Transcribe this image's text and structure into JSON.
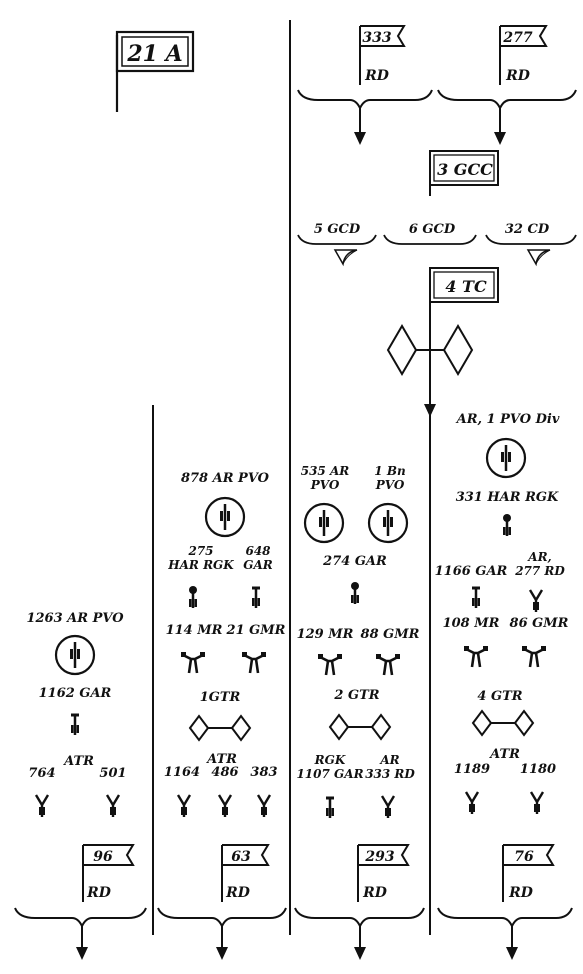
{
  "army": {
    "label": "21 A"
  },
  "top_units": [
    {
      "number": "333",
      "type": "RD"
    },
    {
      "number": "277",
      "type": "RD"
    }
  ],
  "cavalry_corps": {
    "label": "3 GCC"
  },
  "cavalry_divisions": [
    "5 GCD",
    "6 GCD",
    "32 CD"
  ],
  "tank_corps": {
    "label": "4 TC"
  },
  "groups": [
    {
      "pvo": [
        "1263 AR PVO"
      ],
      "gun_labels": [
        "1162 GAR"
      ],
      "mortar_labels": [],
      "gtr": "",
      "atr_heading": "ATR",
      "atr_units": [
        "764",
        "501"
      ],
      "division": {
        "number": "96",
        "type": "RD"
      }
    },
    {
      "pvo": [
        "878 AR PVO"
      ],
      "gun_labels": [
        "275\nHAR RGK",
        "648\nGAR"
      ],
      "mortar_labels": [
        "114 MR",
        "21 GMR"
      ],
      "gtr": "1GTR",
      "atr_heading": "ATR",
      "atr_units": [
        "1164",
        "486",
        "383"
      ],
      "division": {
        "number": "63",
        "type": "RD"
      }
    },
    {
      "pvo": [
        "535 AR\nPVO",
        "1 Bn\nPVO"
      ],
      "gun_labels": [
        "274 GAR"
      ],
      "mortar_labels": [
        "129 MR",
        "88 GMR"
      ],
      "gtr": "2 GTR",
      "atr_heading": "",
      "atr_units": [
        "RGK\n1107 GAR",
        "AR\n333 RD"
      ],
      "division": {
        "number": "293",
        "type": "RD"
      }
    },
    {
      "pvo": [
        "AR, 1 PVO Div"
      ],
      "gun_labels": [
        "331 HAR RGK",
        "1166 GAR",
        "AR,\n277 RD"
      ],
      "mortar_labels": [
        "108 MR",
        "86 GMR"
      ],
      "gtr": "4 GTR",
      "atr_heading": "ATR",
      "atr_units": [
        "1189",
        "1180"
      ],
      "division": {
        "number": "76",
        "type": "RD"
      }
    }
  ]
}
